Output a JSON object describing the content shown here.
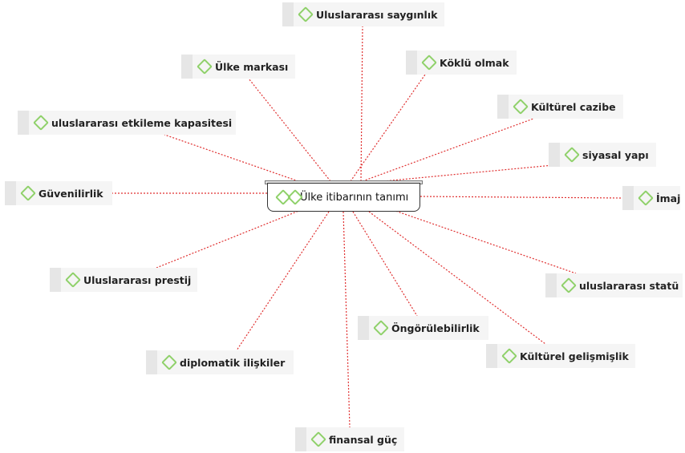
{
  "center": {
    "label": "Ülke itibarının tanımı"
  },
  "nodes": [
    {
      "label": "Uluslararası saygınlık"
    },
    {
      "label": "Ülke markası"
    },
    {
      "label": "Köklü olmak"
    },
    {
      "label": "Kültürel cazibe"
    },
    {
      "label": "uluslararası etkileme kapasitesi"
    },
    {
      "label": "siyasal yapı"
    },
    {
      "label": "Güvenilirlik"
    },
    {
      "label": "İmaj"
    },
    {
      "label": "Uluslararası prestij"
    },
    {
      "label": "uluslararası statü"
    },
    {
      "label": "Öngörülebilirlik"
    },
    {
      "label": "diplomatik ilişkiler"
    },
    {
      "label": "Kültürel gelişmişlik"
    },
    {
      "label": "finansal güç"
    }
  ],
  "colors": {
    "edge": "#e03030",
    "icon": "#8fd16a"
  },
  "icons": {
    "node": "diamond-icon"
  }
}
